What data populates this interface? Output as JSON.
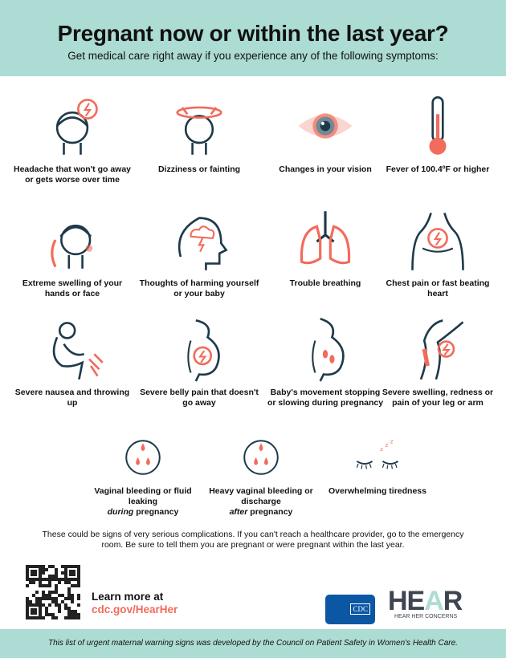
{
  "header": {
    "title": "Pregnant now or within the last year?",
    "subtitle": "Get medical care right away if you experience any of the following symptoms:"
  },
  "colors": {
    "teal": "#acdcd3",
    "navy": "#1e3a4a",
    "coral": "#f26b5b"
  },
  "symptoms": [
    {
      "label": "Headache that won't go away or gets worse over time",
      "icon": "headache-icon"
    },
    {
      "label": "Dizziness or fainting",
      "icon": "dizziness-icon"
    },
    {
      "label": "Changes in your vision",
      "icon": "eye-icon"
    },
    {
      "label": "Fever of 100.4ºF or higher",
      "icon": "thermometer-icon"
    },
    {
      "label": "Extreme swelling of your hands or face",
      "icon": "swelling-face-icon"
    },
    {
      "label": "Thoughts of harming yourself or your baby",
      "icon": "storm-head-icon"
    },
    {
      "label": "Trouble breathing",
      "icon": "lungs-icon"
    },
    {
      "label": "Chest pain or fast beating heart",
      "icon": "chest-pain-icon"
    },
    {
      "label": "Severe nausea and throwing up",
      "icon": "nausea-icon"
    },
    {
      "label": "Severe belly pain that doesn't go away",
      "icon": "belly-pain-icon"
    },
    {
      "label": "Baby's movement stopping or slowing during pregnancy",
      "icon": "baby-movement-icon"
    },
    {
      "label": "Severe swelling, redness or pain of your leg or arm",
      "icon": "leg-pain-icon"
    },
    {
      "label_pre": "Vaginal bleeding or fluid leaking",
      "label_em": "during",
      "label_post": "pregnancy",
      "icon": "drops-icon"
    },
    {
      "label_pre": "Heavy vaginal bleeding or discharge",
      "label_em": "after",
      "label_post": "pregnancy",
      "icon": "drops-icon"
    },
    {
      "label": "Overwhelming tiredness",
      "icon": "sleep-icon"
    }
  ],
  "note": "These could be signs of very serious complications. If you can't reach a healthcare provider, go to the emergency room. Be sure to tell them you are pregnant or were pregnant within the last year.",
  "learn": {
    "text": "Learn more at",
    "url": "cdc.gov/HearHer"
  },
  "logos": {
    "cdc": "CDC",
    "hear_pre": "HE",
    "hear_a": "A",
    "hear_post": "R",
    "hear_sub": "HEAR HER CONCERNS"
  },
  "footer": "This list of urgent maternal warning signs was developed by the Council on Patient Safety in Women's Health Care."
}
